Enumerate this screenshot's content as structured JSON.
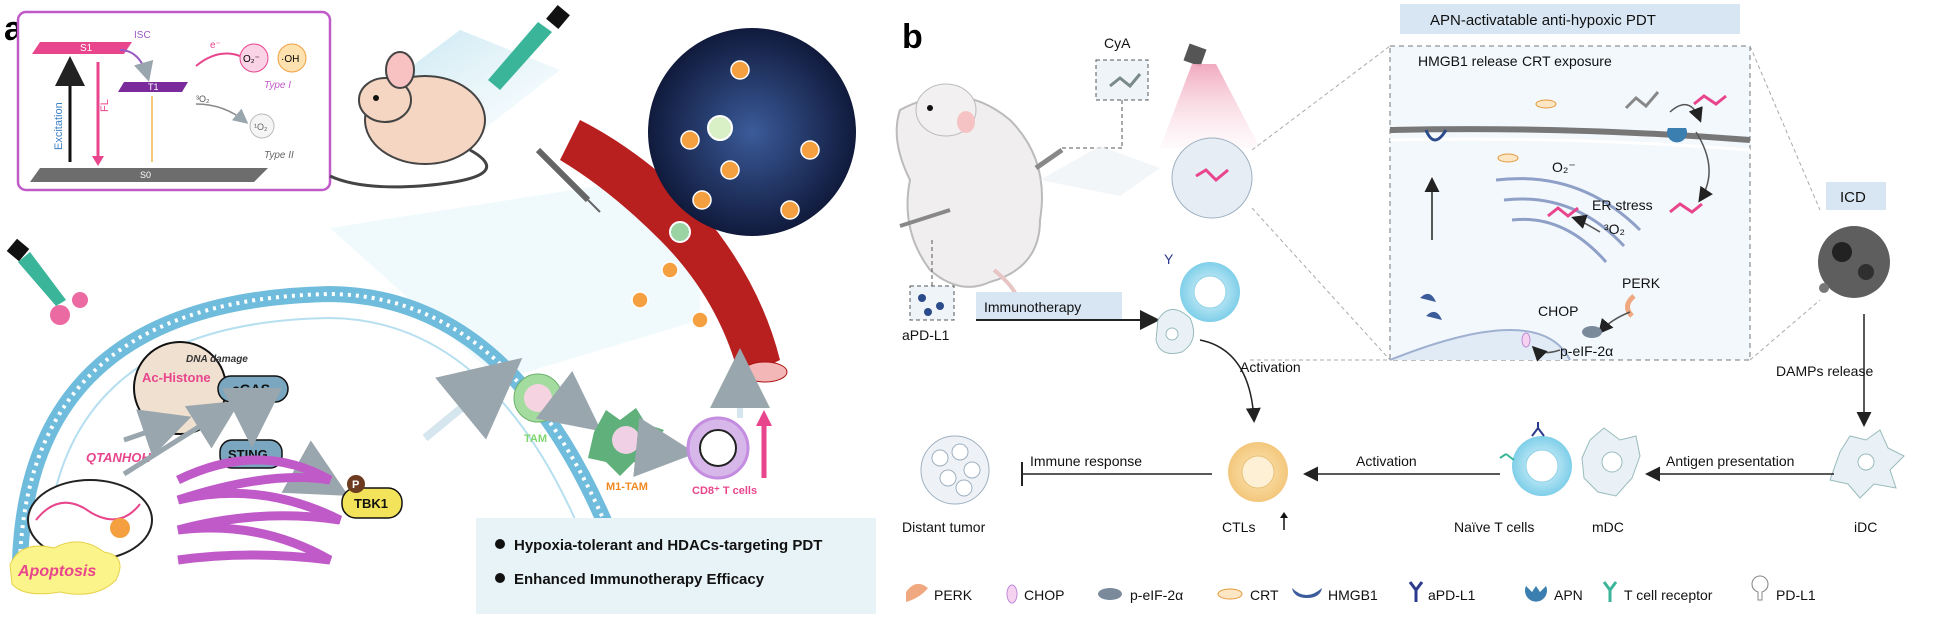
{
  "panel_a": {
    "label": "a",
    "jablonski": {
      "s1": "S1",
      "t1": "T1",
      "s0": "S0",
      "isc": "ISC",
      "excitation": "Excitation",
      "fl": "FL",
      "electron": "e⁻",
      "o2_radical": "O₂⁻",
      "oh_radical": "·OH",
      "type1": "Type I",
      "triplet_o2": "³O₂",
      "singlet_o2": "¹O₂",
      "type2": "Type II"
    },
    "cell": {
      "dna_damage": "DNA damage",
      "ac_histone": "Ac-Histone",
      "cgas": "cGAS",
      "sting": "STING",
      "tbk1": "TBK1",
      "p": "P",
      "compound": "QTANHOH",
      "apoptosis": "Apoptosis"
    },
    "immune": {
      "tam": "TAM",
      "m1_tam": "M1-TAM",
      "cd8": "CD8⁺ T cells"
    },
    "bullets": [
      "Hypoxia-tolerant and HDACs-targeting PDT",
      "Enhanced Immunotherapy Efficacy"
    ]
  },
  "panel_b": {
    "label": "b",
    "cya": "CyA",
    "apdl1": "aPD-L1",
    "immunotherapy": "Immunotherapy",
    "activation_top": "Activation",
    "box_title": "APN-activatable anti-hypoxic PDT",
    "hmgb1_release": "HMGB1 release",
    "crt_exposure": "CRT exposure",
    "o2_radical": "O₂⁻",
    "er_stress": "ER stress",
    "triplet_o2": "³O₂",
    "perk": "PERK",
    "chop": "CHOP",
    "peif": "p-eIF-2α",
    "icd": "ICD",
    "damps": "DAMPs release",
    "antigen": "Antigen presentation",
    "activation_bottom": "Activation",
    "immune_response": "Immune response",
    "distant_tumor": "Distant tumor",
    "ctls": "CTLs",
    "naive": "Naïve T cells",
    "mdc": "mDC",
    "idc": "iDC",
    "legend": [
      {
        "name": "PERK"
      },
      {
        "name": "CHOP"
      },
      {
        "name": "p-eIF-2α"
      },
      {
        "name": "CRT"
      },
      {
        "name": "HMGB1"
      },
      {
        "name": "aPD-L1"
      },
      {
        "name": "APN"
      },
      {
        "name": "T cell receptor"
      },
      {
        "name": "PD-L1"
      }
    ]
  }
}
